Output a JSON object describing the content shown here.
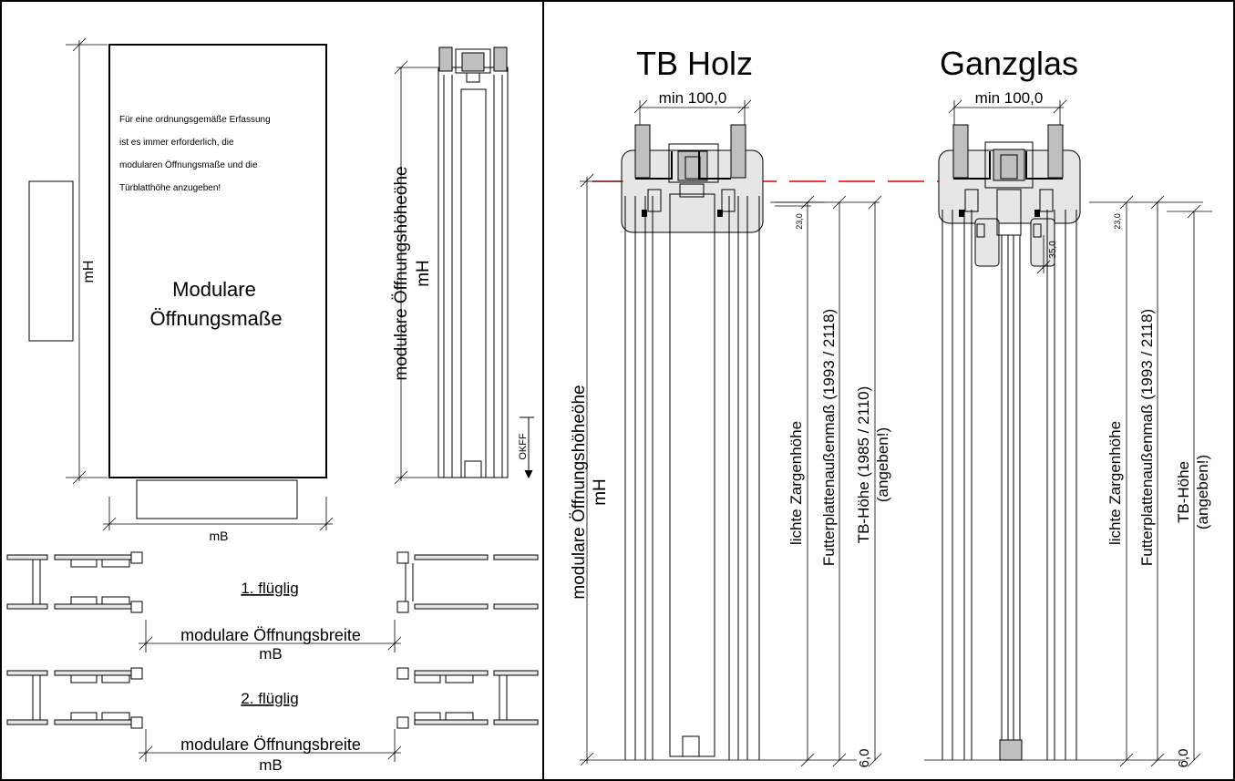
{
  "left_panel": {
    "note_lines": [
      "Für eine ordnungsgemäße Erfassung",
      "ist es immer erforderlich, die",
      "modularen Öffnungsmaße und die",
      "Türblatthöhe anzugeben!"
    ],
    "center_label_line1": "Modulare",
    "center_label_line2": "Öffnungsmaße",
    "dim_height": "mH",
    "dim_width": "mB",
    "side_height_label": "modulare Öffnungshöheöhe",
    "side_height_sub": "mH",
    "okff_label": "OKFF",
    "plan1_title": "1. flüglig",
    "plan1_width_label": "modulare Öffnungsbreite",
    "plan1_width_sub": "mB",
    "plan2_title": "2. flüglig",
    "plan2_width_label": "modulare Öffnungsbreite",
    "plan2_width_sub": "mB"
  },
  "right_panel": {
    "holz_title": "TB Holz",
    "glas_title": "Ganzglas",
    "holz_min": "min 100,0",
    "glas_min": "min 100,0",
    "holz_dim_small": "23,0",
    "glas_dim_small": "23,0",
    "glas_dim_35": "35,0",
    "holz_mh_label": "modulare Öffnungshöheöhe",
    "holz_mh_sub": "mH",
    "holz_lichte": "lichte Zargenhöhe",
    "holz_futter": "Futterplattenaußenmaß (1993 / 2118)",
    "holz_tb_line1": "TB-Höhe (1985 / 2110)",
    "holz_tb_line2": "(angeben!)",
    "holz_bottom_dim": "6,0",
    "glas_lichte": "lichte Zargenhöhe",
    "glas_futter": "Futterplattenaußenmaß (1993 / 2118)",
    "glas_tb_line1": "TB-Höhe",
    "glas_tb_line2": "(angeben!)",
    "glas_bottom_dim": "6,0"
  },
  "colors": {
    "reference_line": "#e00000",
    "profile_fill": "#bfbfbf",
    "frame_fill": "#e6e6e6"
  }
}
